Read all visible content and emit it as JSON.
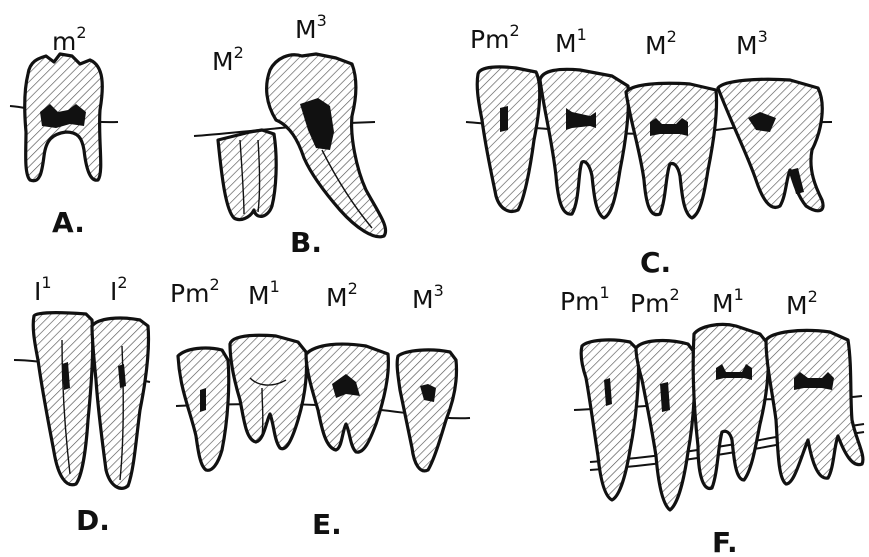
{
  "panels": [
    {
      "letter": "A.",
      "teeth": [
        {
          "base": "m",
          "sup": "2"
        }
      ]
    },
    {
      "letter": "B.",
      "teeth": [
        {
          "base": "M",
          "sup": "2"
        },
        {
          "base": "M",
          "sup": "3"
        }
      ]
    },
    {
      "letter": "C.",
      "teeth": [
        {
          "base": "Pm",
          "sup": "2"
        },
        {
          "base": "M",
          "sup": "1"
        },
        {
          "base": "M",
          "sup": "2"
        },
        {
          "base": "M",
          "sup": "3"
        }
      ]
    },
    {
      "letter": "D.",
      "teeth": [
        {
          "base": "I",
          "sup": "1"
        },
        {
          "base": "I",
          "sup": "2"
        }
      ]
    },
    {
      "letter": "E.",
      "teeth": [
        {
          "base": "Pm",
          "sup": "2"
        },
        {
          "base": "M",
          "sup": "1"
        },
        {
          "base": "M",
          "sup": "2"
        },
        {
          "base": "M",
          "sup": "3"
        }
      ]
    },
    {
      "letter": "F.",
      "teeth": [
        {
          "base": "Pm",
          "sup": "1"
        },
        {
          "base": "Pm",
          "sup": "2"
        },
        {
          "base": "M",
          "sup": "1"
        },
        {
          "base": "M",
          "sup": "2"
        }
      ]
    }
  ]
}
